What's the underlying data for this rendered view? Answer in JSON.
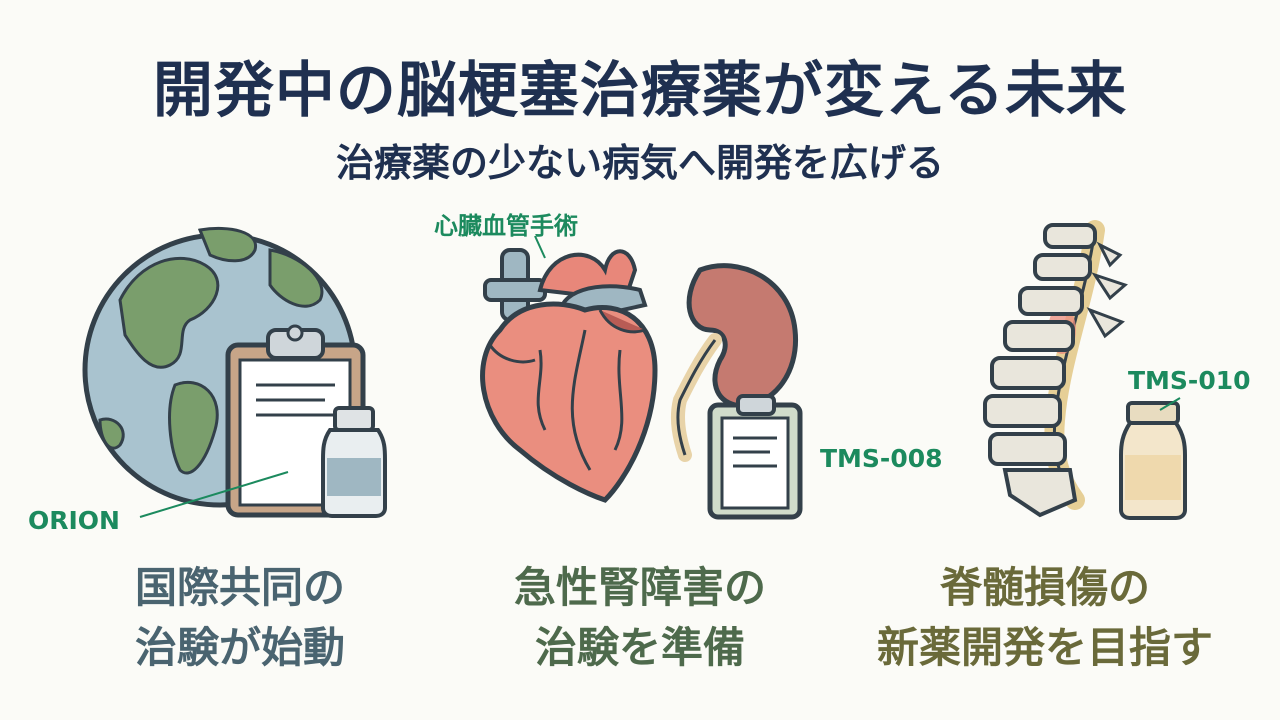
{
  "title": "開発中の脳梗塞治療薬が変える未来",
  "subtitle": "治療薬の少ない病気へ開発を広げる",
  "panels": [
    {
      "tag": "ORION",
      "caption_line1": "国際共同の",
      "caption_line2": "治験が始動",
      "icons": [
        "globe-icon",
        "clipboard-icon",
        "vial-icon"
      ]
    },
    {
      "top_tag": "心臓血管手術",
      "tag": "TMS-008",
      "caption_line1": "急性腎障害の",
      "caption_line2": "治験を準備",
      "icons": [
        "heart-icon",
        "kidney-icon",
        "clipboard-icon"
      ]
    },
    {
      "tag": "TMS-010",
      "caption_line1": "脊髄損傷の",
      "caption_line2": "新薬開発を目指す",
      "icons": [
        "spine-icon",
        "vial-icon"
      ]
    }
  ],
  "colors": {
    "title": "#1f3050",
    "tag_green": "#1c8a5e",
    "caption1": "#4a6470",
    "caption2": "#4e6a4c",
    "caption3": "#6a6a3a"
  }
}
